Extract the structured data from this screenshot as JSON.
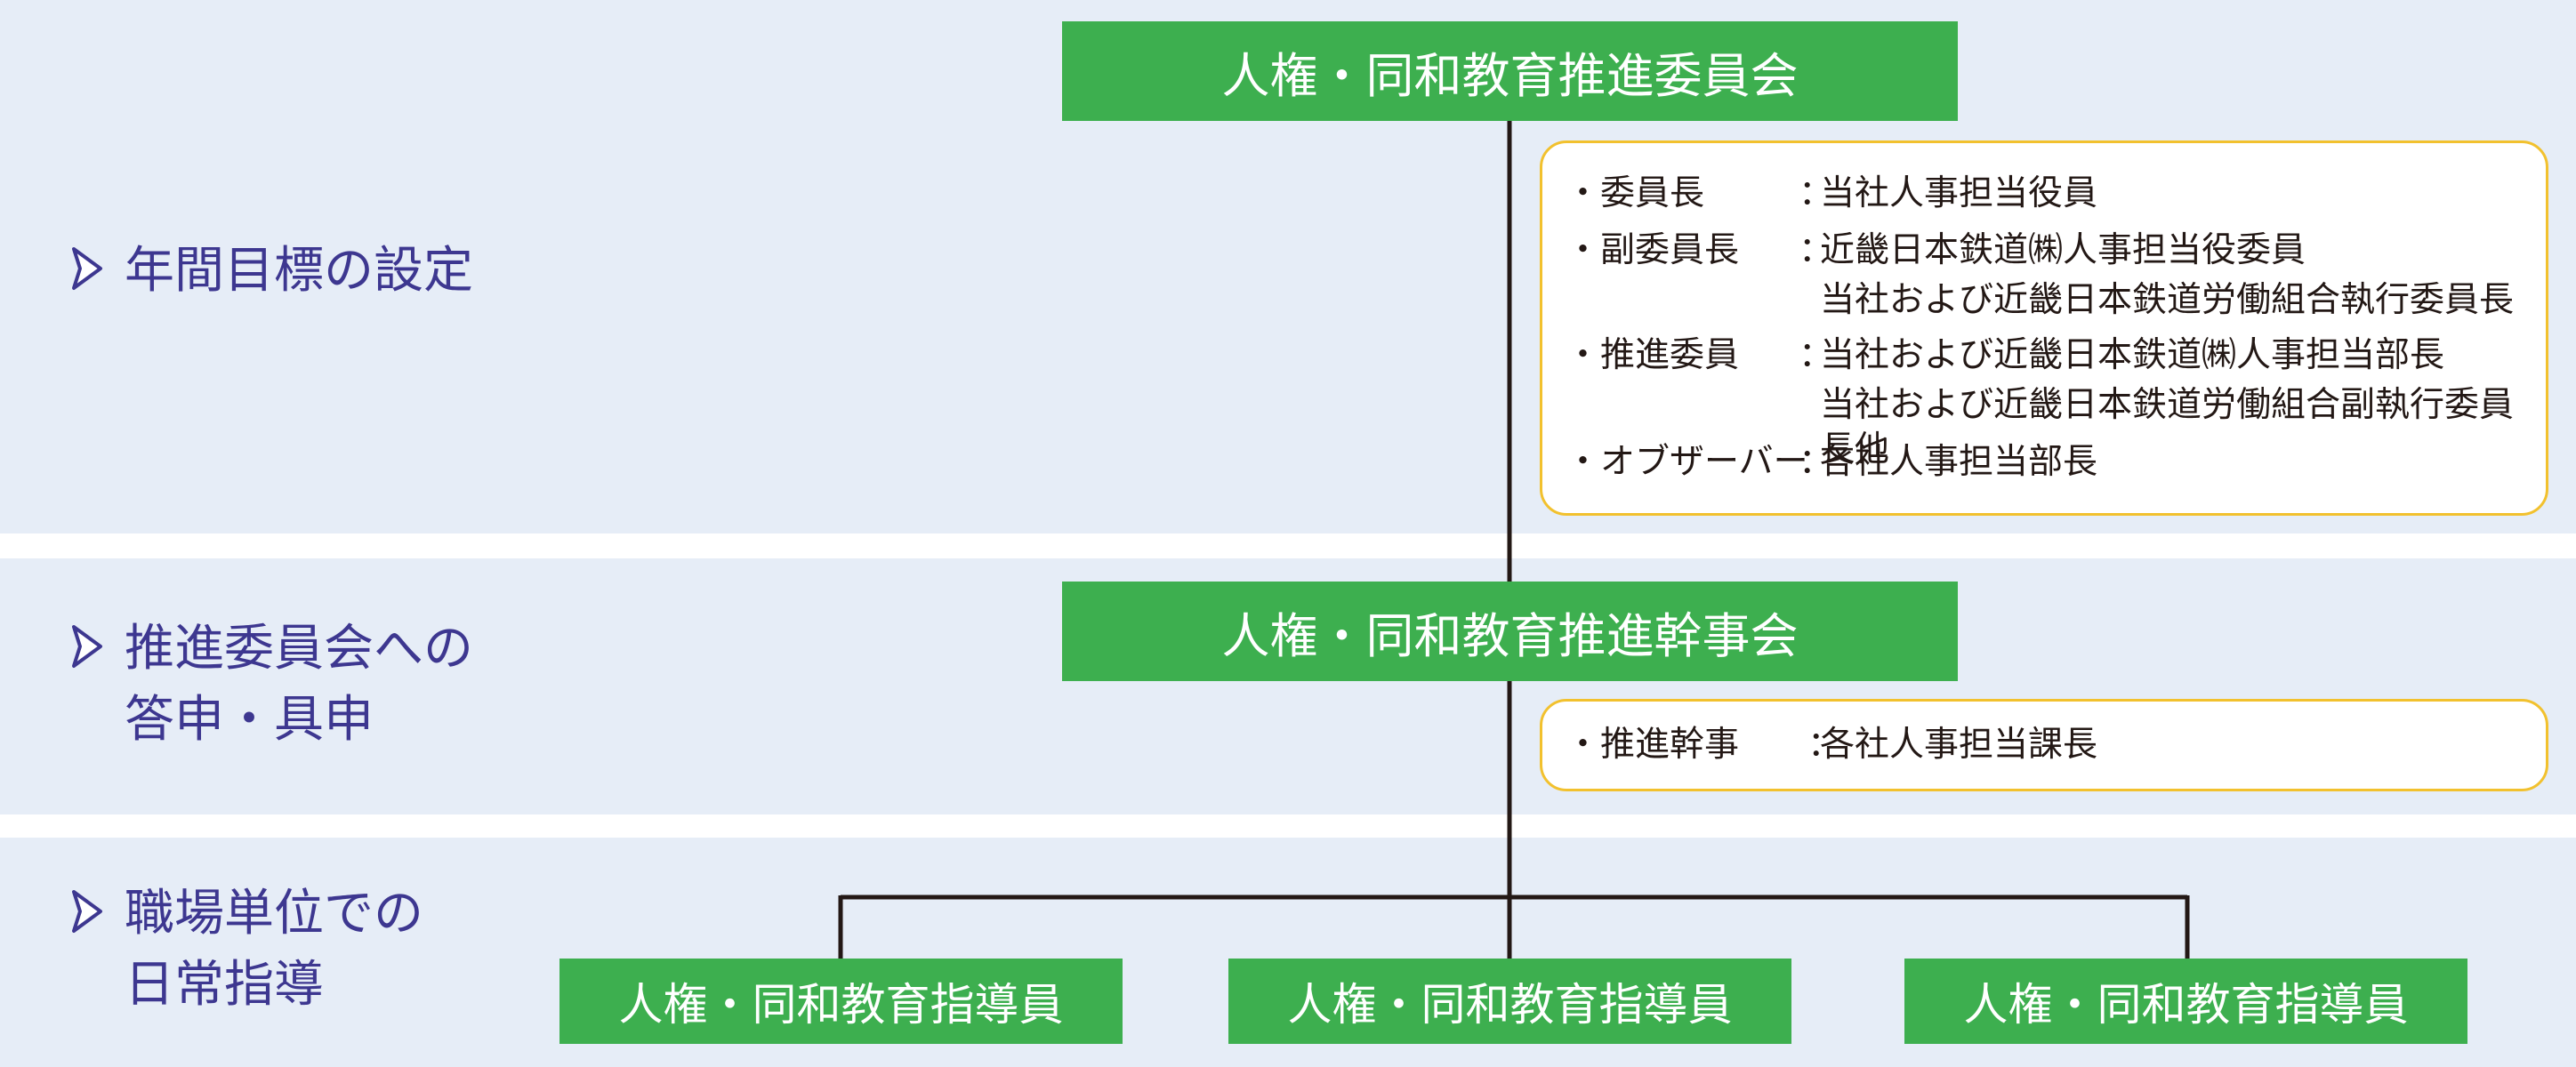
{
  "side_labels": [
    {
      "lines": [
        "年間目標の設定"
      ]
    },
    {
      "lines": [
        "推進委員会への",
        "答申・具申"
      ]
    },
    {
      "lines": [
        "職場単位での",
        "日常指導"
      ]
    }
  ],
  "committee": {
    "title": "人権・同和教育推進委員会",
    "members": [
      {
        "role": "・委員長",
        "colon": "：",
        "values": [
          "当社人事担当役員"
        ]
      },
      {
        "role": "・副委員長",
        "colon": "：",
        "values": [
          "近畿日本鉄道㈱人事担当役委員",
          "当社および近畿日本鉄道労働組合執行委員長"
        ]
      },
      {
        "role": "・推進委員",
        "colon": "：",
        "values": [
          "当社および近畿日本鉄道㈱人事担当部長",
          "当社および近畿日本鉄道労働組合副執行委員長他"
        ]
      },
      {
        "role": "・オブザーバー",
        "colon": "：",
        "values": [
          "各社人事担当部長"
        ]
      }
    ]
  },
  "secretariat": {
    "title": "人権・同和教育推進幹事会",
    "members": [
      {
        "role": "・推進幹事",
        "colon": "：",
        "values": [
          "各社人事担当課長"
        ]
      }
    ]
  },
  "instructors": [
    "人権・同和教育指導員",
    "人権・同和教育指導員",
    "人権・同和教育指導員"
  ],
  "colors": {
    "band_bg": "#e6edf7",
    "green_box": "#3daf4f",
    "yellow_border": "#f2c12e",
    "label_text": "#3d3790",
    "line": "#231815"
  },
  "icons": {
    "bullet": "triangle-arrow-icon"
  }
}
